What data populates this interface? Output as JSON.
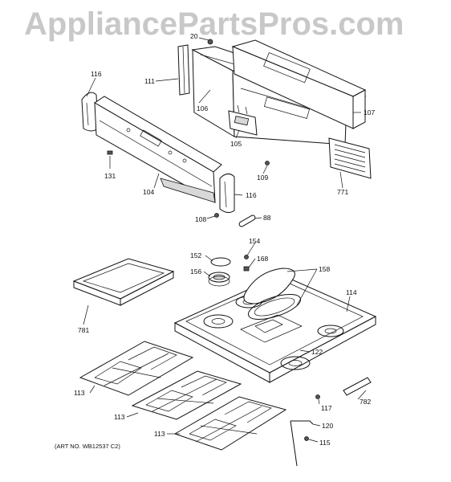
{
  "watermark": "AppliancePartsPros.com",
  "art_number": "(ART NO. WB12537 C2)",
  "callouts": {
    "p20": "20",
    "p116a": "116",
    "p111": "111",
    "p106": "106",
    "p107": "107",
    "p105": "105",
    "p131": "131",
    "p104": "104",
    "p109": "109",
    "p771": "771",
    "p116b": "116",
    "p108": "108",
    "p88": "88",
    "p154": "154",
    "p152": "152",
    "p168": "168",
    "p158": "158",
    "p156": "156",
    "p114": "114",
    "p781": "781",
    "p122": "122",
    "p113a": "113",
    "p113b": "113",
    "p113c": "113",
    "p782": "782",
    "p117": "117",
    "p120": "120",
    "p115": "115"
  }
}
